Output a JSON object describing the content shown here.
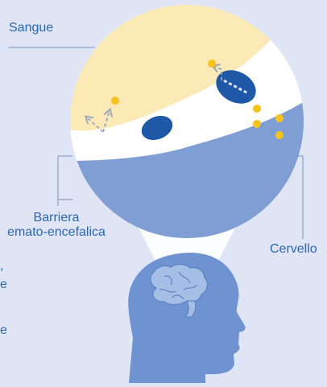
{
  "labels": {
    "blood": "Sangue",
    "barrier_line1": "Barriera",
    "barrier_line2": "emato-encefalica",
    "brain": "Cervello"
  },
  "text_fragments": [
    ",",
    "e",
    "e"
  ],
  "colors": {
    "background": "#dfe5f5",
    "blood_region": "#fbeab6",
    "barrier_band": "#ffffff",
    "brain_region": "#7f9fd4",
    "head": "#6f93d1",
    "transporter": "#1f58a6",
    "molecule": "#f7c21b",
    "arrow": "#98a4b9",
    "label_text": "#2c67b1",
    "leader_line": "#8ea2c9"
  },
  "icons": [
    "human-head-silhouette",
    "brain-icon",
    "transporter-protein",
    "molecule-dot",
    "dashed-arrow"
  ]
}
